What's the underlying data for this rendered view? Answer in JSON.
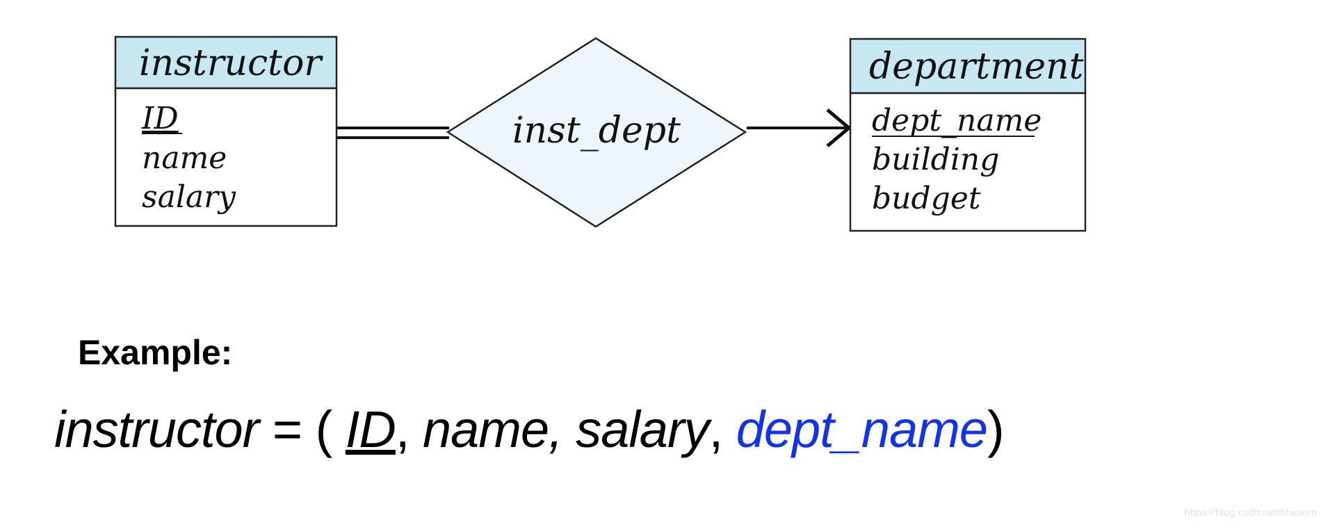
{
  "colors": {
    "entity_header_fill": "#c7e7f1",
    "relationship_fill": "#eef6fb",
    "stroke": "#222222",
    "highlight_text": "#1133ee"
  },
  "diagram": {
    "entity_left": {
      "title": "instructor",
      "attributes": [
        {
          "label": "ID",
          "primary_key": true
        },
        {
          "label": "name",
          "primary_key": false
        },
        {
          "label": "salary",
          "primary_key": false
        }
      ]
    },
    "relationship": {
      "label": "inst_dept"
    },
    "entity_right": {
      "title": "department",
      "attributes": [
        {
          "label": "dept_name",
          "primary_key": true
        },
        {
          "label": "building",
          "primary_key": false
        },
        {
          "label": "budget",
          "primary_key": false
        }
      ]
    },
    "connectors": {
      "left": "double line (total participation)",
      "right": "arrow (one)"
    }
  },
  "example": {
    "label": "Example:",
    "formula": {
      "relation": "instructor",
      "equals": " = ( ",
      "key": "ID",
      "sep1": ", ",
      "attrs": "name, salary",
      "sep2": ", ",
      "foreign_key": "dept_name",
      "close": ")"
    }
  },
  "watermark": "https://blog.csdn.net/Maoxim"
}
